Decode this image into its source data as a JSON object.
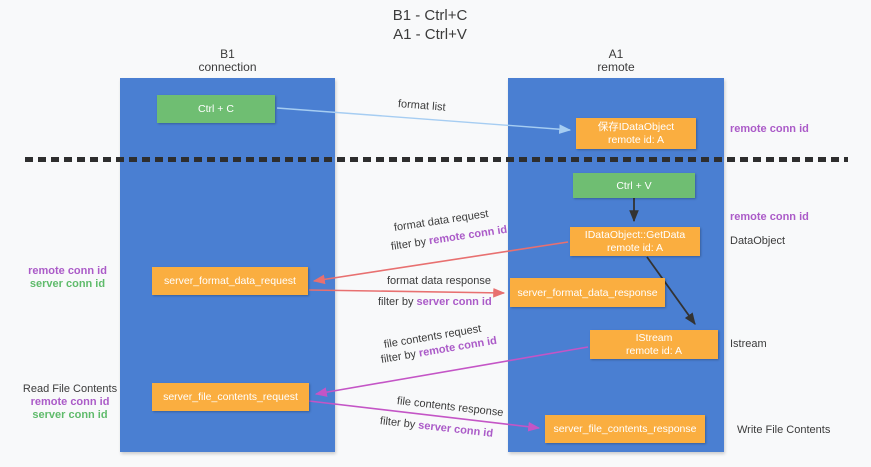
{
  "title": {
    "line1": "B1 - Ctrl+C",
    "line2": "A1 - Ctrl+V"
  },
  "lanes": {
    "left": {
      "title": "B1",
      "subtitle": "connection"
    },
    "right": {
      "title": "A1",
      "subtitle": "remote"
    }
  },
  "nodes": {
    "ctrl_c": {
      "label": "Ctrl + C"
    },
    "ctrl_v": {
      "label": "Ctrl + V"
    },
    "save_dataobject": {
      "line1": "保存IDataObject",
      "line2": "remote id: A"
    },
    "getdata": {
      "line1": "IDataObject::GetData",
      "line2": "remote id: A"
    },
    "istream": {
      "line1": "IStream",
      "line2": "remote id: A"
    },
    "format_request": {
      "label": "server_format_data_request"
    },
    "format_response": {
      "label": "server_format_data_response"
    },
    "file_request": {
      "label": "server_file_contents_request"
    },
    "file_response": {
      "label": "server_file_contents_response"
    }
  },
  "arrow_labels": {
    "format_list": "format list",
    "format_data_request": "format data request",
    "format_data_response": "format data response",
    "file_contents_request": "file contents request",
    "file_contents_response": "file contents response",
    "filter_by": "filter by ",
    "remote_conn_id": "remote conn id",
    "server_conn_id": "server conn id"
  },
  "side_labels": {
    "right_top_remote_conn": "remote conn id",
    "right_ctrlv_remote_conn": "remote conn id",
    "dataobject": "DataObject",
    "istream": "Istream",
    "write_file_contents": "Write File Contents",
    "left_remote_conn": "remote conn id",
    "left_server_conn": "server conn id",
    "read_file_contents": "Read File Contents",
    "left_bottom_remote_conn": "remote conn id",
    "left_bottom_server_conn": "server conn id"
  },
  "colors": {
    "lane_blue": "#4a7fd2",
    "node_green": "#6fbe72",
    "node_orange": "#faae40",
    "arrow_lightblue": "#a6cdf2",
    "arrow_red": "#e87070",
    "arrow_magenta": "#c455c6",
    "arrow_black": "#333333",
    "text_purple": "#ab5bc8",
    "text_green": "#5fbb6b"
  }
}
